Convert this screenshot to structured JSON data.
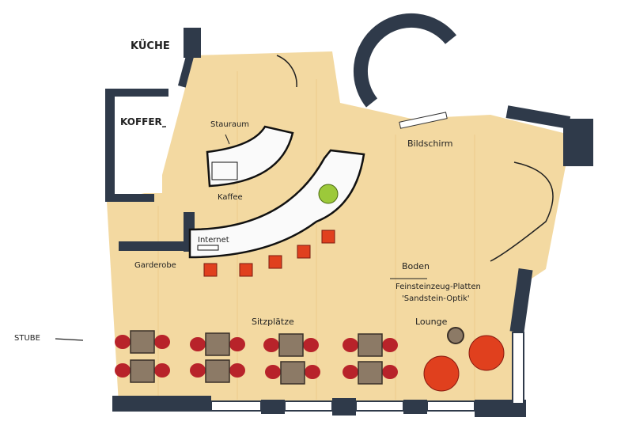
{
  "labels": {
    "kitchen": "KÜCHE",
    "case": "KOFFER",
    "storage": "Stauraum",
    "coffee": "Kaffee",
    "screen": "Bildschirm",
    "internet": "Internet",
    "cloakroom": "Garderobe",
    "floor_title": "Boden",
    "floor_material": "Feinsteinzeug-Platten",
    "floor_finish": "'Sandstein-Optik'",
    "seating": "Sitzplätze",
    "lounge": "Lounge",
    "living_room": "STUBE"
  },
  "colors": {
    "floor": "#f2d79c",
    "wall": "#2f3a4a",
    "chair": "#b8232a",
    "stool": "#e0401e",
    "table": "#8c7a66",
    "plant": "#9cc93a"
  }
}
